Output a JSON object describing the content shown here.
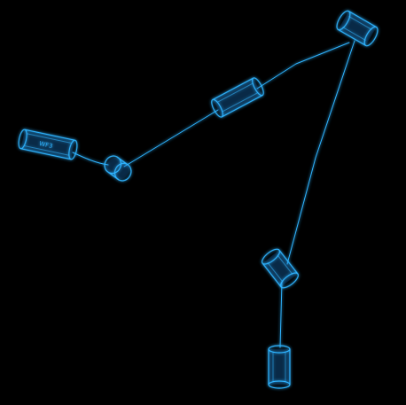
{
  "scene": {
    "background_color": "#000000",
    "wire_color": "#2fb4ff",
    "glow_color": "#1a7fd6"
  },
  "cylinders": [
    {
      "id": "cyl-left",
      "label": "WF3"
    },
    {
      "id": "cyl-middle",
      "label": ""
    },
    {
      "id": "cyl-top-right",
      "label": ""
    },
    {
      "id": "cyl-joint",
      "label": ""
    },
    {
      "id": "cyl-lower-right",
      "label": ""
    },
    {
      "id": "cyl-bottom",
      "label": ""
    }
  ]
}
